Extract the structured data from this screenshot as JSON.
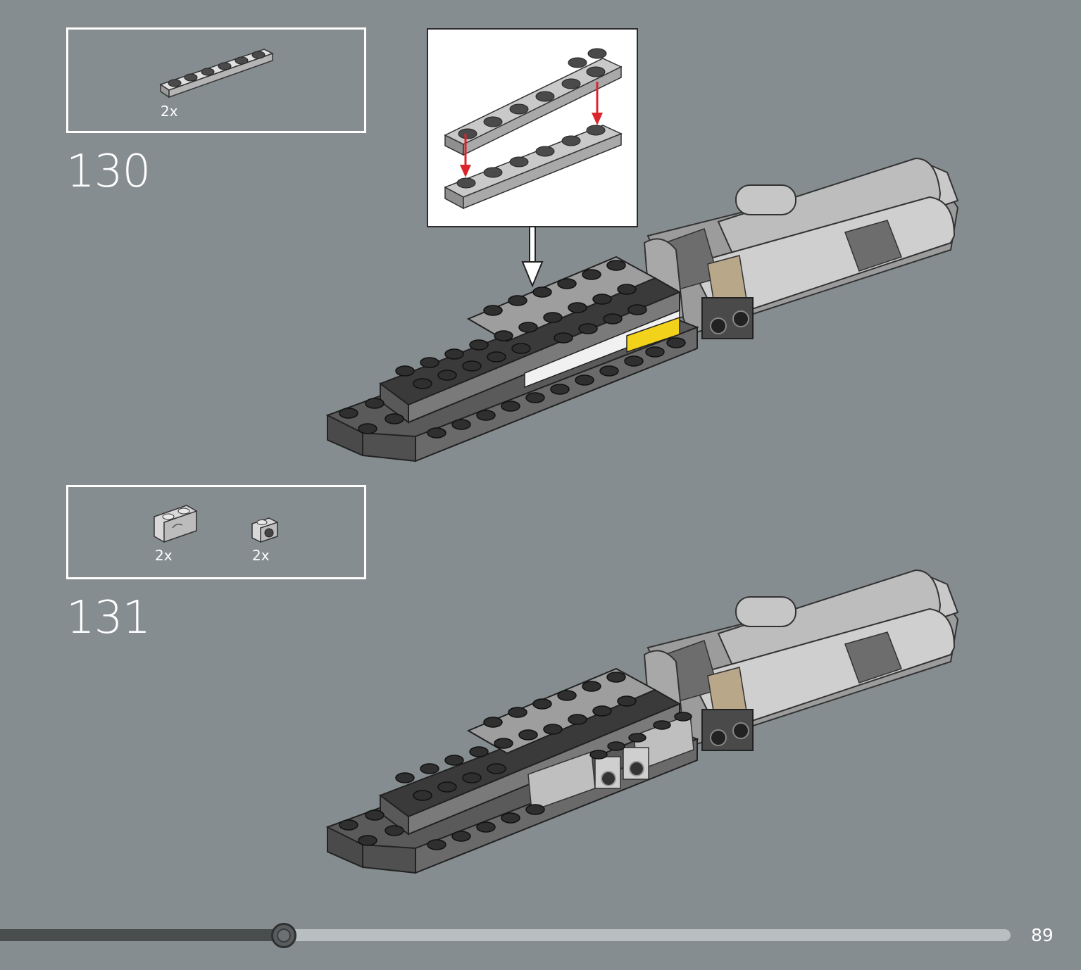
{
  "steps": [
    {
      "number": "130",
      "parts": [
        {
          "name": "plate-1x6-light-gray",
          "qty": "2x"
        }
      ]
    },
    {
      "number": "131",
      "parts": [
        {
          "name": "brick-1x2-masonry-light-gray",
          "qty": "2x"
        },
        {
          "name": "brick-1x1-stud-side-light-gray",
          "qty": "2x"
        }
      ]
    }
  ],
  "progress": {
    "fraction": 0.281
  },
  "page_number": "89",
  "colors": {
    "background": "#868d90",
    "black_part": "#3a3a3a",
    "light_gray_part": "#c8c8c8",
    "dark_gray_part": "#707070",
    "tan_part": "#b9a789",
    "yellow_part": "#f2d21b",
    "arrow_red": "#d9252b"
  }
}
